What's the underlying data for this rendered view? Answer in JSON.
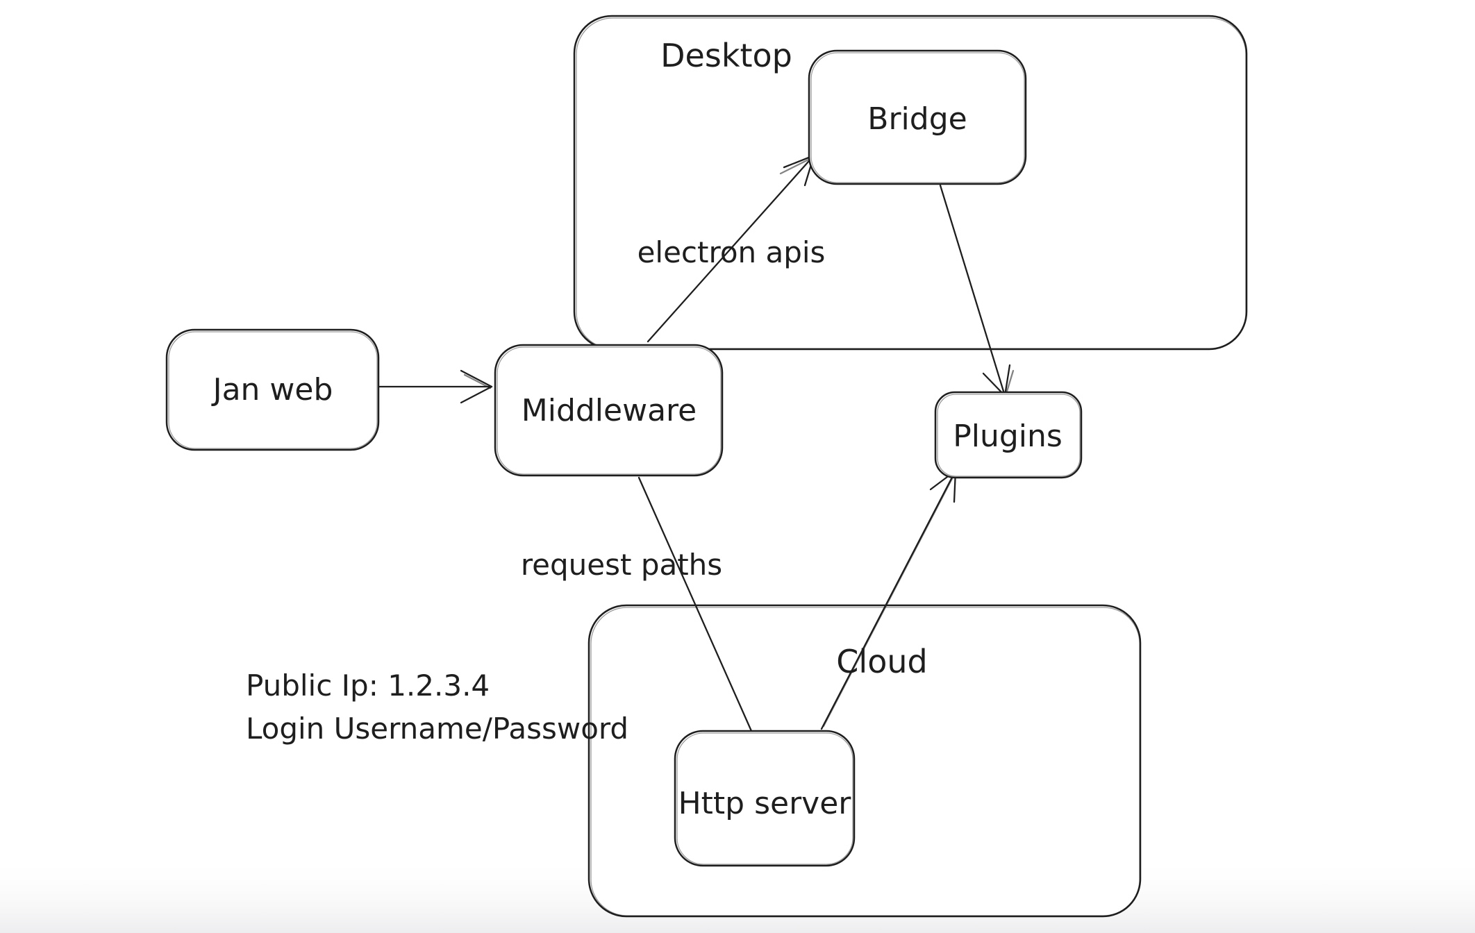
{
  "canvas": {
    "kind": "hand-drawn architecture diagram",
    "colors": {
      "background": "#ffffff",
      "stroke": "#1e1e1e",
      "bottom_fade": "#eeeeef"
    }
  },
  "containers": {
    "desktop": {
      "label": "Desktop"
    },
    "cloud": {
      "label": "Cloud"
    }
  },
  "nodes": {
    "jan_web": {
      "label": "Jan web"
    },
    "middleware": {
      "label": "Middleware"
    },
    "bridge": {
      "label": "Bridge"
    },
    "plugins": {
      "label": "Plugins"
    },
    "http_server": {
      "label": "Http server"
    }
  },
  "edges": {
    "janweb_to_middleware": {
      "label": ""
    },
    "middleware_to_bridge": {
      "label": "electron apis"
    },
    "bridge_to_plugins": {
      "label": ""
    },
    "middleware_to_httpserver": {
      "label": "request paths"
    },
    "httpserver_to_plugins": {
      "label": ""
    }
  },
  "annotations": {
    "public_ip": "Public Ip: 1.2.3.4",
    "login": "Login Username/Password"
  }
}
